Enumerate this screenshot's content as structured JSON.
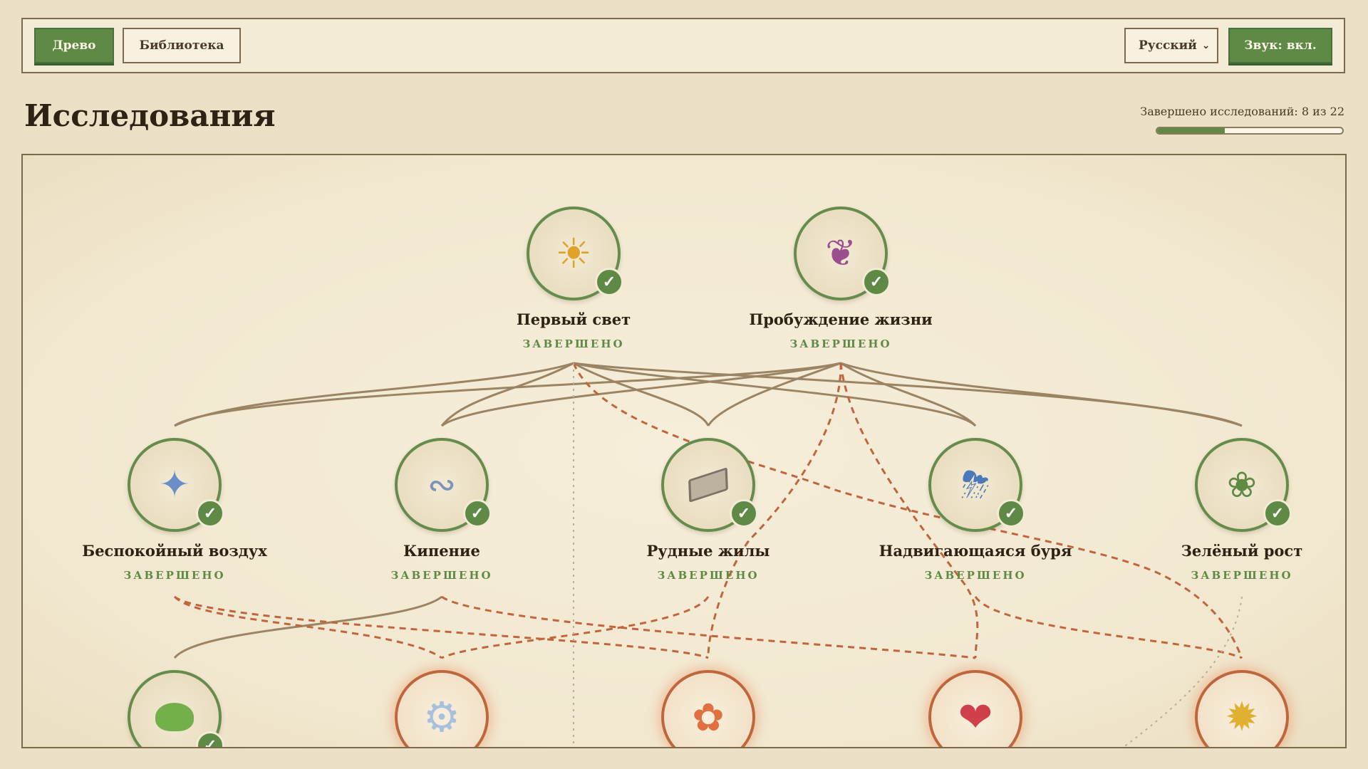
{
  "nav": {
    "tree_label": "Древо",
    "library_label": "Библиотека",
    "language_value": "Русский",
    "sound_label": "Звук: вкл."
  },
  "page": {
    "title": "Исследования",
    "progress_text": "Завершено исследований: 8 из 22",
    "progress_completed": 8,
    "progress_total": 22
  },
  "colors": {
    "done": "#668c4d",
    "available": "#c0663d",
    "link_solid": "#9a8463",
    "link_dashed": "#c0663d"
  },
  "research": {
    "row1": [
      {
        "name": "Первый свет",
        "status": "ЗАВЕРШЕНО",
        "icon": "sun-icon"
      },
      {
        "name": "Пробуждение жизни",
        "status": "ЗАВЕРШЕНО",
        "icon": "sprout-heart-icon"
      }
    ],
    "row2": [
      {
        "name": "Беспокойный воздух",
        "status": "ЗАВЕРШЕНО",
        "icon": "bird-icon"
      },
      {
        "name": "Кипение",
        "status": "ЗАВЕРШЕНО",
        "icon": "bubbles-icon"
      },
      {
        "name": "Рудные жилы",
        "status": "ЗАВЕРШЕНО",
        "icon": "ingot-icon"
      },
      {
        "name": "Надвигающаяся буря",
        "status": "ЗАВЕРШЕНО",
        "icon": "storm-cloud-icon"
      },
      {
        "name": "Зелёный рост",
        "status": "ЗАВЕРШЕНО",
        "icon": "leaf-icon"
      }
    ],
    "row3": [
      {
        "icon": "slime-icon",
        "state": "completed"
      },
      {
        "icon": "gear-icon",
        "state": "available"
      },
      {
        "icon": "paw-icon",
        "state": "available"
      },
      {
        "icon": "heart-icon",
        "state": "available"
      },
      {
        "icon": "vortex-icon",
        "state": "available"
      }
    ]
  }
}
